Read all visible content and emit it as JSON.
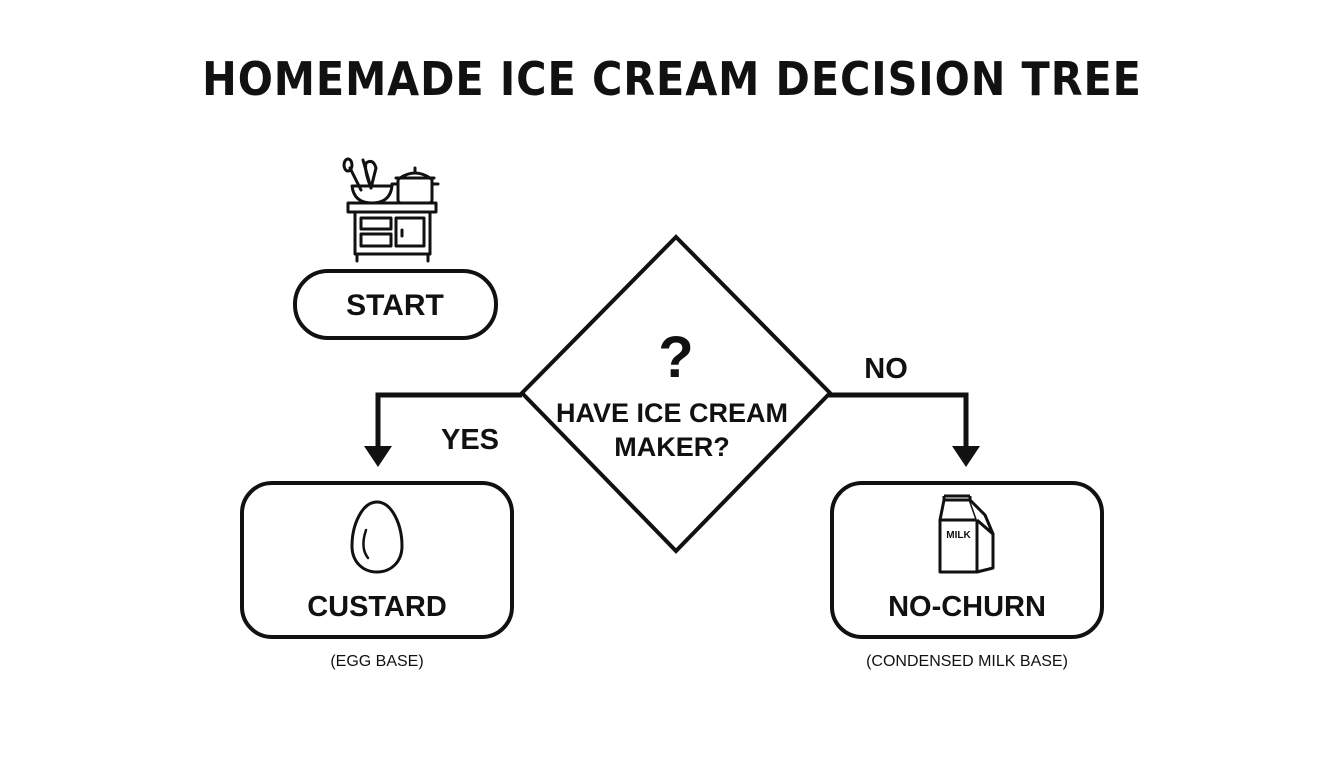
{
  "title": "HOMEMADE ICE CREAM DECISION TREE",
  "start": {
    "label": "START",
    "icon": "kitchen-stove-icon"
  },
  "decision": {
    "symbol": "?",
    "line1": "HAVE ICE CREAM",
    "line2": "MAKER?"
  },
  "branches": {
    "yes_label": "YES",
    "no_label": "NO"
  },
  "custard": {
    "label": "CUSTARD",
    "sublabel": "(EGG BASE)",
    "icon": "egg-icon"
  },
  "nochurn": {
    "label": "NO-CHURN",
    "sublabel": "(CONDENSED MILK BASE)",
    "icon": "milk-carton-icon",
    "icon_text": "MILK"
  }
}
